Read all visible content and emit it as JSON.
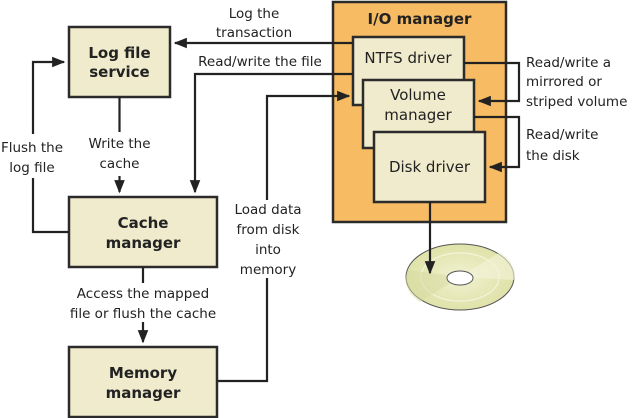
{
  "diagram": {
    "colors": {
      "component_fill": "#efebcc",
      "io_manager_fill": "#f7bb63",
      "stroke": "#2b2b2b",
      "disk_fill": "#e4e6b4"
    },
    "nodes": {
      "log_file_service": {
        "line1": "Log file",
        "line2": "service"
      },
      "cache_manager": {
        "line1": "Cache",
        "line2": "manager"
      },
      "memory_manager": {
        "line1": "Memory",
        "line2": "manager"
      },
      "io_manager": {
        "title": "I/O manager"
      },
      "ntfs_driver": {
        "label": "NTFS driver"
      },
      "volume_manager": {
        "line1": "Volume",
        "line2": "manager"
      },
      "disk_driver": {
        "label": "Disk driver"
      },
      "disk": {
        "icon": "disk-icon"
      }
    },
    "edges": {
      "log_transaction": {
        "line1": "Log the",
        "line2": "transaction"
      },
      "read_write_file": {
        "label": "Read/write the file"
      },
      "write_cache": {
        "line1": "Write the",
        "line2": "cache"
      },
      "flush_log": {
        "line1": "Flush the",
        "line2": "log file"
      },
      "load_data": {
        "line1": "Load data",
        "line2": "from disk",
        "line3": "into",
        "line4": "memory"
      },
      "access_mapped": {
        "line1": "Access the mapped",
        "line2": "file or flush the cache"
      },
      "mirrored_volume": {
        "line1": "Read/write a",
        "line2": "mirrored or",
        "line3": "striped volume"
      },
      "read_write_disk": {
        "line1": "Read/write",
        "line2": "the disk"
      }
    }
  }
}
